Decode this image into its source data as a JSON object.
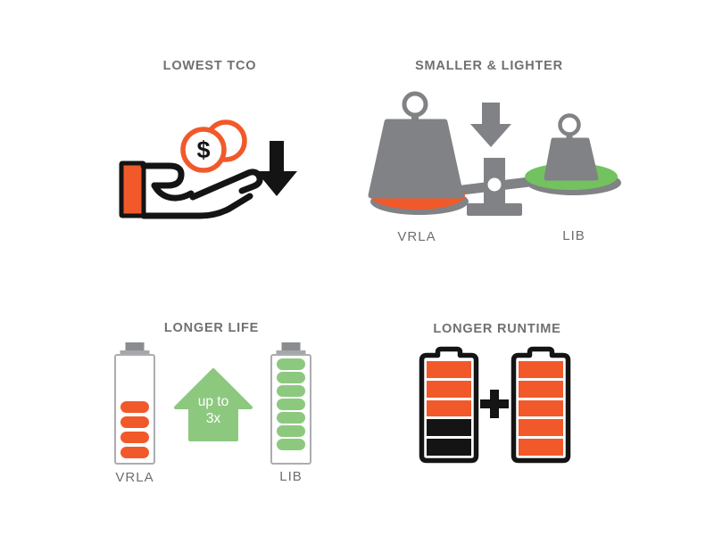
{
  "colors": {
    "orange": "#F1592B",
    "green": "#8DC87F",
    "pan_green": "#72C25F",
    "gray": "#808285",
    "title_gray": "#6F7073",
    "label_gray": "#6D6E71",
    "outline_gray": "#ABADB0",
    "cap_dark": "#8A8C8F",
    "cap_light": "#A5A7AA",
    "black": "#141414",
    "white": "#FFFFFF"
  },
  "panels": {
    "lowest_tco": {
      "title": "LOWEST TCO",
      "coin_symbol": "$",
      "icon": "hand-receiving-coins-icon"
    },
    "smaller_lighter": {
      "title": "SMALLER & LIGHTER",
      "icon": "balance-scale-icon",
      "left": {
        "label": "VRLA",
        "pan_color": "orange",
        "weight": "heavy"
      },
      "right": {
        "label": "LIB",
        "pan_color": "pan_green",
        "weight": "light"
      }
    },
    "longer_life": {
      "title": "LONGER LIFE",
      "icon": "arrow-up-icon",
      "arrow_line1": "up to",
      "arrow_line2": "3x",
      "left_battery": {
        "label": "VRLA",
        "bar_count": 4,
        "bar_color": "orange",
        "align": "bottom",
        "gap": 4
      },
      "right_battery": {
        "label": "LIB",
        "bar_count": 7,
        "bar_color": "green",
        "align": "top",
        "gap": 2
      }
    },
    "longer_runtime": {
      "title": "LONGER RUNTIME",
      "plus_symbol": "+",
      "left_battery": {
        "bars": [
          "orange",
          "orange",
          "orange",
          "black",
          "black"
        ]
      },
      "right_battery": {
        "bars": [
          "orange",
          "orange",
          "orange",
          "orange",
          "orange"
        ]
      }
    }
  }
}
